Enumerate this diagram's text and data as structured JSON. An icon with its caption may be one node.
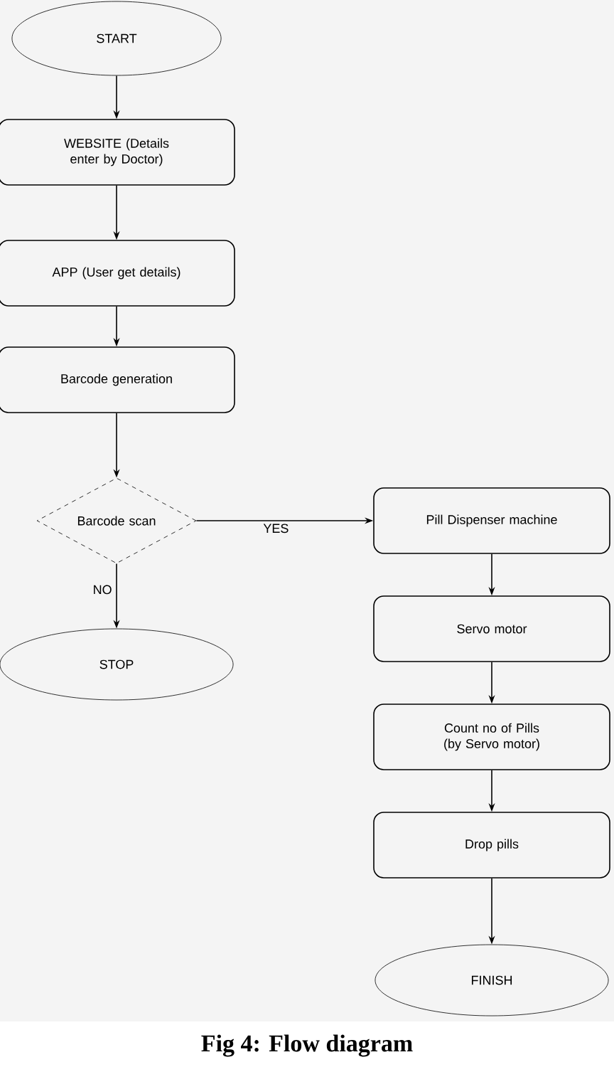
{
  "diagram": {
    "caption": "Fig 4: Flow diagram",
    "nodes": [
      {
        "text": [
          "START"
        ]
      },
      {
        "text": [
          "WEBSITE (Details enter by Doctor)"
        ]
      },
      {
        "text": [
          "APP (User get details)"
        ]
      },
      {
        "text": [
          "Barcode generation"
        ]
      },
      {
        "text": [
          "Barcode scan"
        ]
      },
      {
        "text": [
          "STOP"
        ]
      },
      {
        "text": [
          "Pill Dispenser machine"
        ]
      },
      {
        "text": [
          "Servo motor"
        ]
      },
      {
        "text": [
          "Count no of Pills (by Servo motor)"
        ]
      },
      {
        "text": [
          "Drop pills"
        ]
      },
      {
        "text": [
          "FINISH"
        ]
      }
    ],
    "edges": [
      {
        "from": 0,
        "to": 1,
        "arrow": "to"
      },
      {
        "from": 1,
        "to": 2,
        "arrow": "to"
      },
      {
        "from": 2,
        "to": 3,
        "arrow": "to"
      },
      {
        "from": 3,
        "to": 4,
        "arrow": "to"
      },
      {
        "from": 4,
        "to": 6,
        "arrow": "to",
        "label": "YES"
      },
      {
        "from": 4,
        "to": 5,
        "arrow": "to",
        "label": "NO"
      },
      {
        "from": 6,
        "to": 7,
        "arrow": "to"
      },
      {
        "from": 7,
        "to": 8,
        "arrow": "to"
      },
      {
        "from": 8,
        "to": 9,
        "arrow": "to"
      },
      {
        "from": 9,
        "to": 10,
        "arrow": "to"
      }
    ]
  }
}
